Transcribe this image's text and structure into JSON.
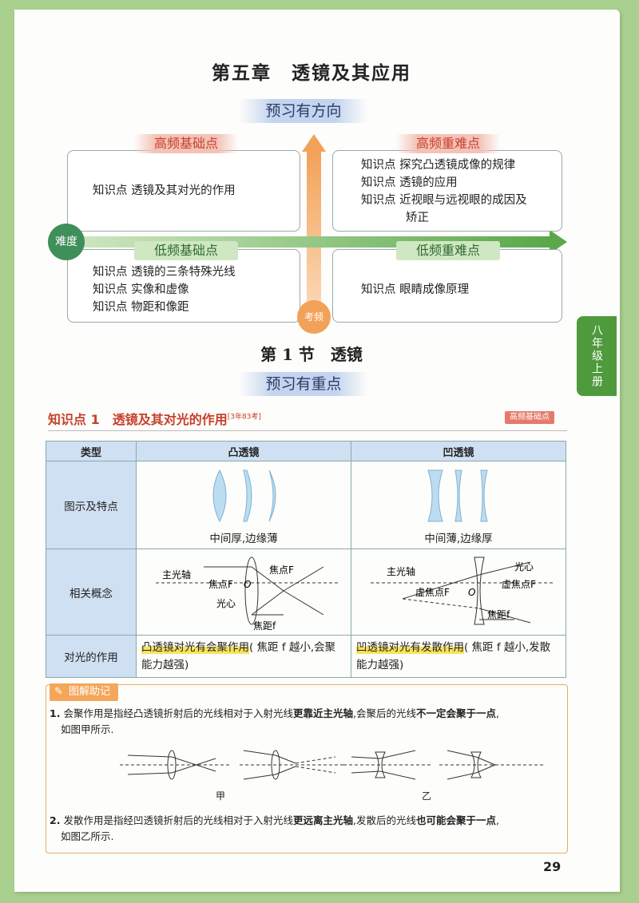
{
  "chapter_title": "第五章　透镜及其应用",
  "preview_direction": "预习有方向",
  "quadrants": {
    "top_left": {
      "tag": "高频基础点",
      "items": [
        "知识点  透镜及其对光的作用"
      ]
    },
    "top_right": {
      "tag": "高频重难点",
      "items": [
        "知识点  探究凸透镜成像的规律",
        "知识点  透镜的应用",
        "知识点  近视眼与远视眼的成因及",
        "矫正"
      ]
    },
    "bottom_left": {
      "tag": "低频基础点",
      "items": [
        "知识点  透镜的三条特殊光线",
        "知识点  实像和虚像",
        "知识点  物距和像距"
      ]
    },
    "bottom_right": {
      "tag": "低频重难点",
      "items": [
        "知识点  眼睛成像原理"
      ]
    }
  },
  "axis_labels": {
    "difficulty": "难度",
    "frequency": "考频"
  },
  "side_tab": "八年级上册",
  "section_title": "第 1 节　透镜",
  "preview_focus": "预习有重点",
  "knowledge_point": {
    "title": "知识点 1　透镜及其对光的作用",
    "note": "[3年83考]",
    "badge": "高频基础点"
  },
  "table": {
    "headers": [
      "类型",
      "凸透镜",
      "凹透镜"
    ],
    "rows": [
      {
        "label": "图示及特点",
        "convex": "中间厚,边缘薄",
        "concave": "中间薄,边缘厚"
      },
      {
        "label": "相关概念",
        "convex_labels": {
          "axis": "主光轴",
          "focus_left": "焦点F",
          "o": "O",
          "focus_right": "焦点F",
          "center": "光心",
          "focal": "焦距f"
        },
        "concave_labels": {
          "axis": "主光轴",
          "virtual_focus_left": "虚焦点F",
          "o": "O",
          "center": "光心",
          "virtual_focus_right": "虚焦点F",
          "focal": "焦距f"
        }
      },
      {
        "label": "对光的作用",
        "convex_hl": "凸透镜对光有会聚作用",
        "convex_rest": "( 焦距 f 越小,会聚能力越强)",
        "concave_hl": "凹透镜对光有发散作用",
        "concave_rest": "( 焦距 f 越小,发散能力越强)"
      }
    ]
  },
  "memo": {
    "tag": "图解助记",
    "p1_num": "1.",
    "p1": [
      "会聚作用是指经凸透镜折射后的光线相对于入射光线",
      "更靠近主光轴",
      ",会聚后的光线",
      "不一定会聚于一点",
      ","
    ],
    "p1_tail": "如图甲所示.",
    "label_jia": "甲",
    "label_yi": "乙",
    "p2_num": "2.",
    "p2": [
      "发散作用是指经凹透镜折射后的光线相对于入射光线",
      "更远离主光轴",
      ",发散后的光线",
      "也可能会聚于一点",
      ","
    ],
    "p2_tail": "如图乙所示."
  },
  "page_number": "29",
  "colors": {
    "accent_green": "#4e9a3c",
    "accent_red": "#c8402a",
    "header_blue": "#cfe0f3",
    "highlight": "#f7e45a"
  }
}
